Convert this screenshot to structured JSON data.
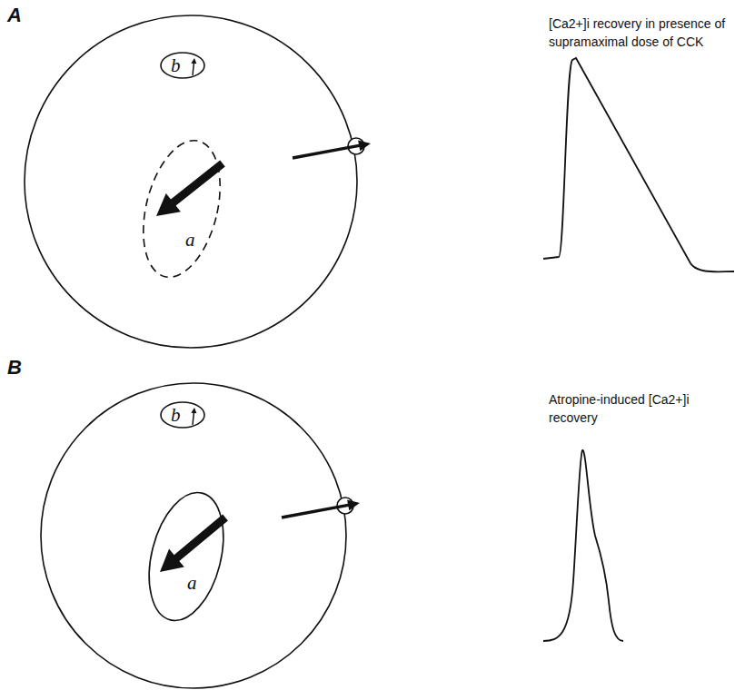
{
  "diagram": {
    "nodes": [
      {
        "text": [
          "a"
        ]
      },
      {
        "text": [
          "b"
        ]
      },
      {
        "text": [
          "a"
        ]
      },
      {
        "text": [
          "b"
        ]
      }
    ],
    "labels": [
      "A",
      "[Ca2+]i recovery in presence of supramaximal dose of CCK",
      "B",
      "Atropine-induced [Ca2+]i recovery"
    ]
  }
}
